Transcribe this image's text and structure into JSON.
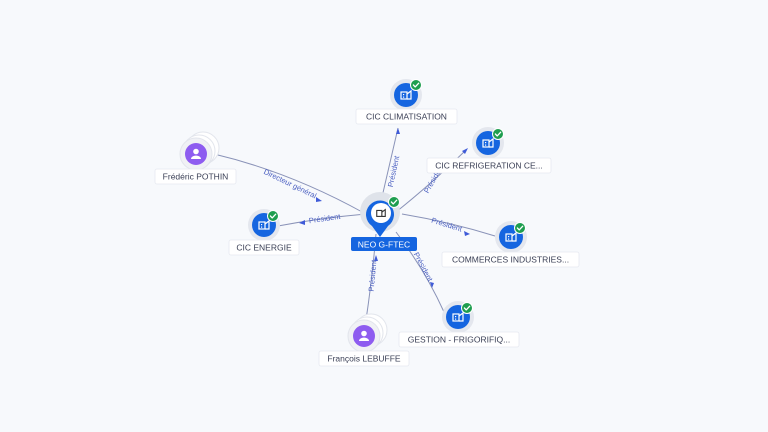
{
  "center": {
    "label": "NEO G-FTEC",
    "icon": "building-icon",
    "verified": true
  },
  "companies": [
    {
      "id": "cic-climatisation",
      "label": "CIC CLIMATISATION",
      "icon": "building-icon",
      "verified": true
    },
    {
      "id": "cic-refrigeration",
      "label": "CIC REFRIGERATION CE...",
      "icon": "building-icon",
      "verified": true
    },
    {
      "id": "commerces-industries",
      "label": "COMMERCES INDUSTRIES...",
      "icon": "building-icon",
      "verified": true
    },
    {
      "id": "gestion-frigorifique",
      "label": "GESTION - FRIGORIFIQ...",
      "icon": "building-icon",
      "verified": true
    },
    {
      "id": "cic-energie",
      "label": "CIC ENERGIE",
      "icon": "building-icon",
      "verified": true
    }
  ],
  "persons": [
    {
      "id": "frederic-pothin",
      "label": "Frédéric POTHIN",
      "icon": "person-icon"
    },
    {
      "id": "francois-lebuffe",
      "label": "François LEBUFFE",
      "icon": "person-icon"
    }
  ],
  "edges": [
    {
      "id": "e-climatisation",
      "label": "Président"
    },
    {
      "id": "e-refrigeration",
      "label": "Président"
    },
    {
      "id": "e-commerces",
      "label": "Président"
    },
    {
      "id": "e-gestion",
      "label": "Président"
    },
    {
      "id": "e-energie",
      "label": "Président"
    },
    {
      "id": "e-pothin",
      "label": "Directeur général"
    },
    {
      "id": "e-lebuffe",
      "label": "Président"
    }
  ],
  "colors": {
    "company": "#1565e0",
    "person": "#8e5cf0",
    "verified": "#1e9e4f",
    "edge": "#8a93b8",
    "edge_label": "#4a5fc1"
  }
}
